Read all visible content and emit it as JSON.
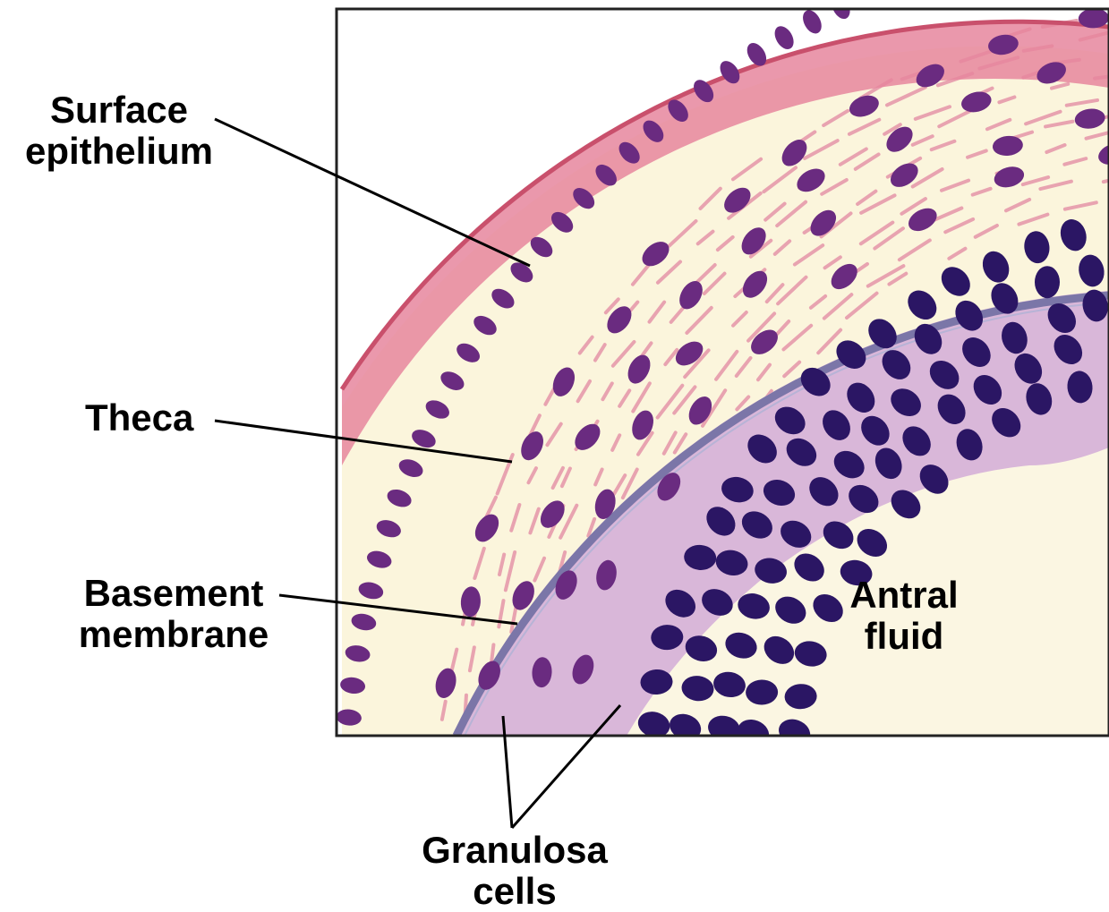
{
  "labels": {
    "surface_epithelium": [
      "Surface",
      "epithelium"
    ],
    "theca": "Theca",
    "basement_membrane": [
      "Basement",
      "membrane"
    ],
    "antral_fluid": [
      "Antral",
      "fluid"
    ],
    "granulosa_cells": [
      "Granulosa",
      "cells"
    ]
  },
  "colors": {
    "background_tissue": "#fbf5dc",
    "epithelium": "#e6869e",
    "epithelium_edge": "#c9506c",
    "theca_fiber": "#e8a3b0",
    "basement_membrane": "#7b76a8",
    "granulosa": "#d9b7d9",
    "nucleus_theca": "#6a2b80",
    "nucleus_granulosa": "#2b1664",
    "antral_fluid": "#fbf6e2",
    "frame": "#222222",
    "leader_line": "#000000"
  }
}
